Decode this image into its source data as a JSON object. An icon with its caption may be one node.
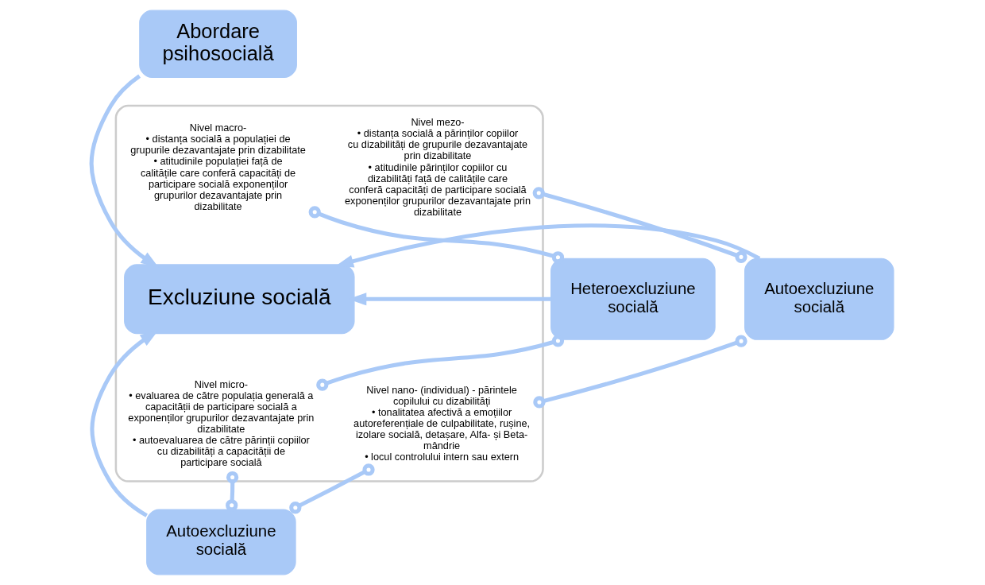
{
  "diagram": {
    "nodes": [
      {
        "text": [
          "Abordare psihosocială"
        ]
      },
      {
        "text": [],
        "shape": "box"
      },
      {
        "text": [
          "Nivel macro-",
          "• distanța socială a populației de grupurile dezavantajate prin dizabilitate",
          "• atitudinile populației față de calitățile care conferă capacități de participare socială exponenților grupurilor dezavantajate prin  dizabilitate"
        ],
        "in": 1
      },
      {
        "text": [
          "Nivel mezo-",
          "• distanța socială a părinților copiilor cu dizabilități de grupurile dezavantajate prin dizabilitate",
          "• atitudinile părinților copiilor cu dizabilități față de calitățile care conferă capacități de participare socială exponenților grupurilor dezavantajate prin dizabilitate"
        ],
        "in": 1
      },
      {
        "text": [
          "Excluziune socială"
        ],
        "in": 1
      },
      {
        "text": [
          "Nivel micro-",
          "• evaluarea de către populația generală a capacității de participare socială a exponenților grupurilor dezavantajate prin dizabilitate",
          "• autoevaluarea de către părinții copiilor cu dizabilități a capacității de participare socială"
        ],
        "in": 1
      },
      {
        "text": [
          "Nivel nano- (individual) - părintele copilului cu dizabilități",
          "• tonalitatea afectivă a emoțiilor autoreferențiale de culpabilitate, rușine, izolare socială, detașare, Alfa- și Beta-mândrie",
          "• locul controlului intern sau extern"
        ],
        "in": 1
      },
      {
        "text": [
          "Heteroexcluziune socială"
        ]
      },
      {
        "text": [
          "Autoexcluziune socială"
        ]
      },
      {
        "text": [
          "Autoexcluziune socială"
        ]
      }
    ],
    "edges": [
      {
        "from": 0,
        "to": 4,
        "arrow": "to"
      },
      {
        "from": 7,
        "to": 4,
        "arrow": "to"
      },
      {
        "from": 8,
        "to": 4,
        "arrow": "to"
      },
      {
        "from": 9,
        "to": 4,
        "arrow": "to"
      },
      {
        "from": 7,
        "to": 2,
        "arrow": "other"
      },
      {
        "from": 7,
        "to": 5,
        "arrow": "other"
      },
      {
        "from": 8,
        "to": 3,
        "arrow": "other"
      },
      {
        "from": 8,
        "to": 6,
        "arrow": "other"
      },
      {
        "from": 9,
        "to": 5,
        "arrow": "other"
      },
      {
        "from": 9,
        "to": 6,
        "arrow": "other"
      }
    ]
  }
}
